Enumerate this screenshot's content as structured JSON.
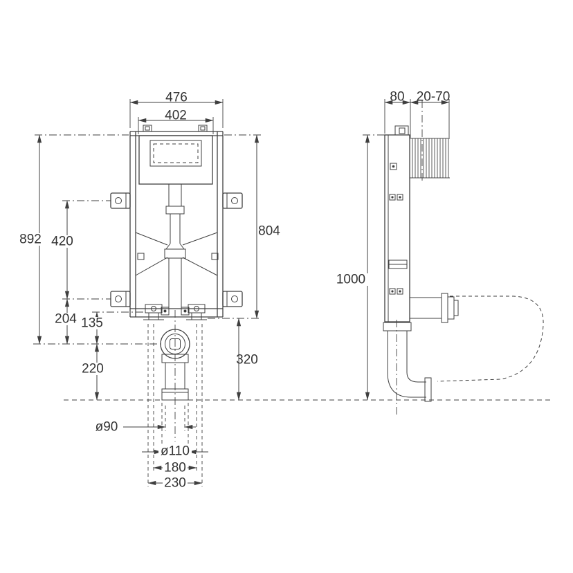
{
  "front_view": {
    "dim_top_outer": "476",
    "dim_top_inner": "402",
    "dim_overall_height": "892",
    "dim_bracket_spacing": "420",
    "dim_bracket_to_outlet": "204",
    "dim_frame_to_outlet": "135",
    "dim_outlet_to_floor": "220",
    "dim_frame_height": "804",
    "dim_lower_height": "320",
    "dim_outlet_pipe_diameter": "ø90",
    "dim_drain_pipe_diameter": "ø110",
    "dim_bolt_spacing": "180",
    "dim_base_width": "230"
  },
  "side_view": {
    "dim_frame_depth": "80",
    "dim_wall_finish_range": "20-70",
    "dim_overall_height": "1000"
  },
  "style": {
    "line_color": "#3f3f3f",
    "background_color": "#ffffff"
  }
}
